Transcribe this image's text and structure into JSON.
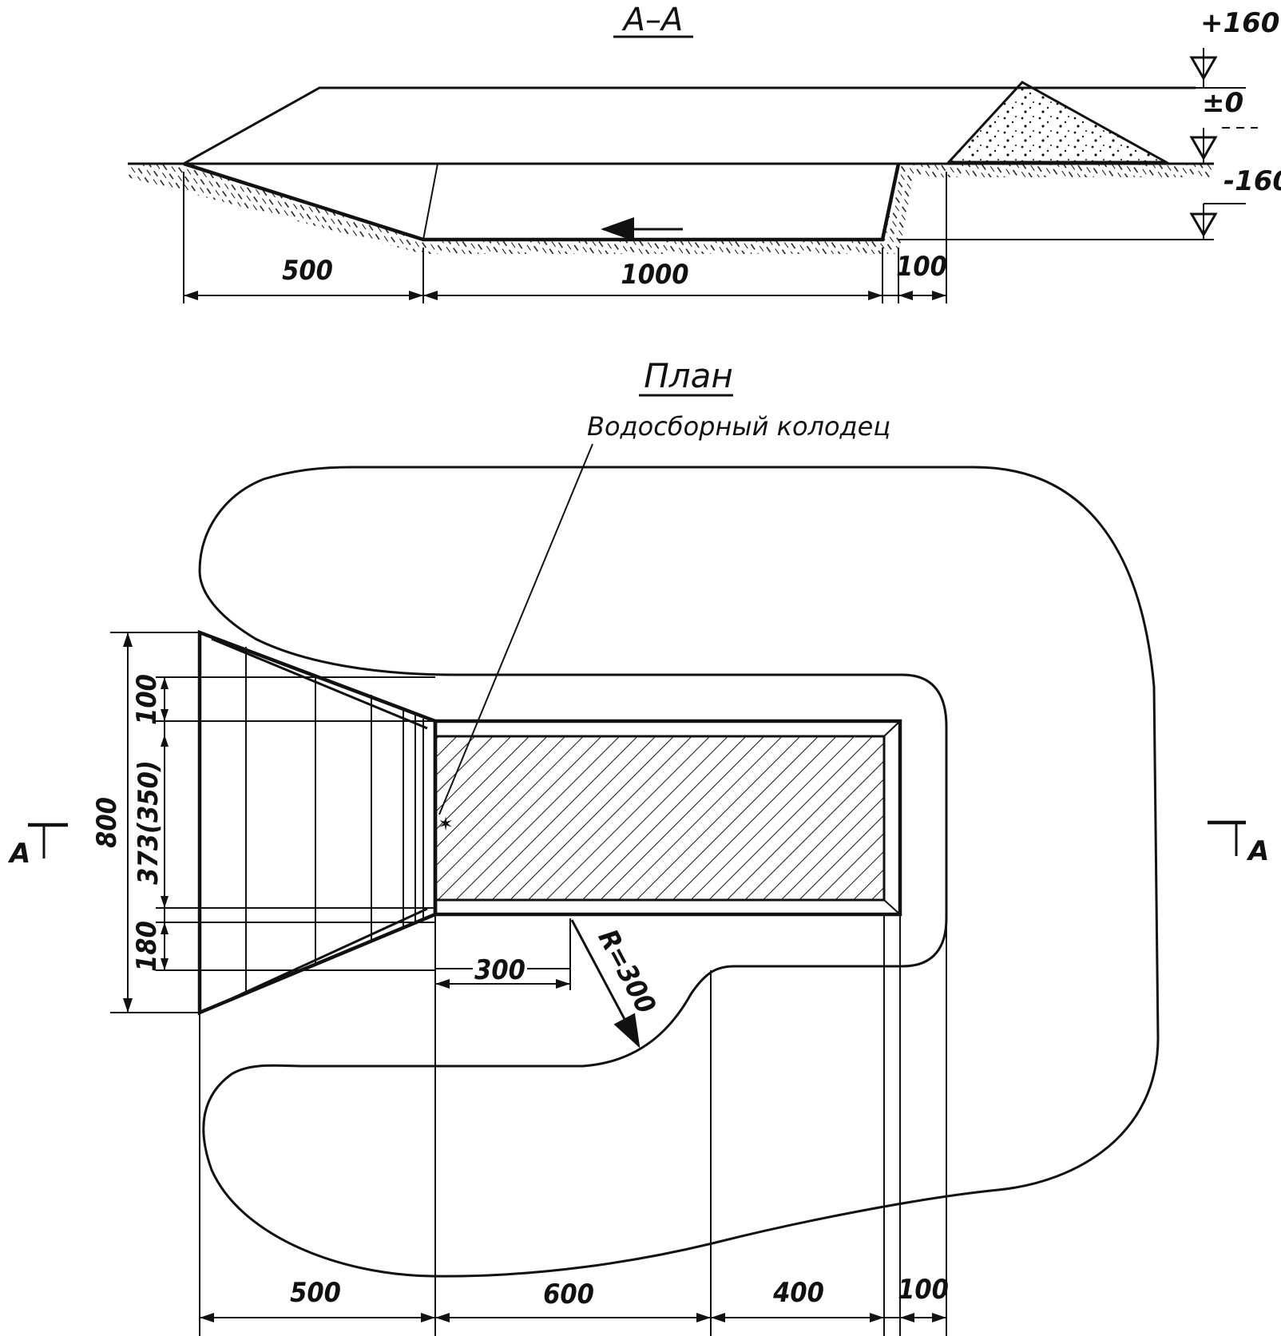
{
  "section": {
    "title": "A–A",
    "levels": {
      "top": "+160",
      "zero": "±0",
      "bottom": "-160"
    },
    "dims": {
      "slope": "500",
      "bottom": "1000",
      "wall": "100"
    }
  },
  "plan": {
    "title": "План",
    "callout": "Водосборный колодец",
    "cut_left": "A",
    "cut_right": "A",
    "dims_vertical": {
      "total": "800",
      "top": "100",
      "middle": "373(350)",
      "bottom": "180"
    },
    "dims_horizontal": {
      "ramp": "500",
      "pit": "600",
      "extra": "400",
      "wall": "100",
      "offset": "300"
    },
    "radius": "R=300"
  },
  "colors": {
    "ink": "#111111",
    "paper": "#ffffff"
  }
}
